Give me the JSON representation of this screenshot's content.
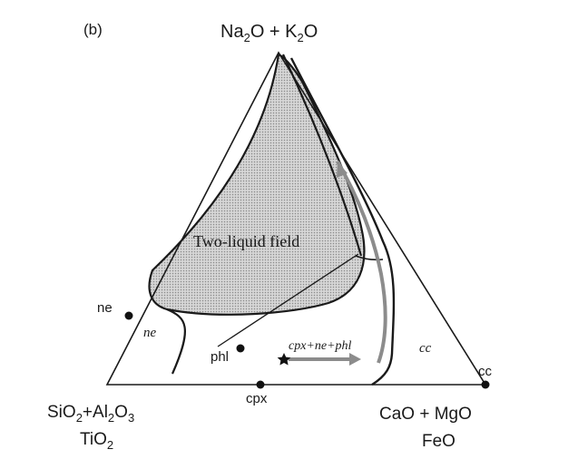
{
  "panel_label": "(b)",
  "apex_top": {
    "text": "Na2O + K2O",
    "p1": "Na",
    "s1": "2",
    "p2": "O + K",
    "s2": "2",
    "p3": "O"
  },
  "apex_left": {
    "line1": {
      "p1": "SiO",
      "s1": "2",
      "p2": "+Al",
      "s2": "2",
      "p3": "O",
      "s3": "3"
    },
    "line2": {
      "p1": "TiO",
      "s1": "2"
    }
  },
  "apex_right": {
    "line1": "CaO + MgO",
    "line2": "FeO"
  },
  "field_label": "Two-liquid field",
  "points": {
    "ne": "ne",
    "phl": "phl",
    "cpx": "cpx",
    "cc": "cc"
  },
  "field_names": {
    "ne": "ne",
    "cc": "cc",
    "cpx_ne_phl": "cpx+ne+phl"
  },
  "colors": {
    "line": "#1a1a1a",
    "field_fill": "#c9c9c9",
    "arrow": "#6e6e6e"
  }
}
